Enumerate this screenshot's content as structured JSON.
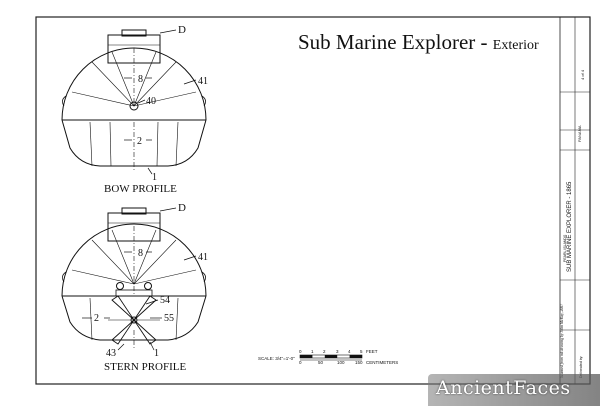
{
  "title": {
    "main": "Sub Marine Explorer",
    "dash": " - ",
    "sub": "Exterior"
  },
  "bow": {
    "caption": "BOW PROFILE",
    "callouts": {
      "d": "D",
      "c8": "8",
      "c41": "41",
      "c40": "40",
      "c2": "2",
      "c1": "1"
    }
  },
  "stern": {
    "caption": "STERN PROFILE",
    "callouts": {
      "d": "D",
      "c8": "8",
      "c41": "41",
      "c54": "54",
      "c55": "55",
      "c2": "2",
      "c43": "43",
      "c1": "1"
    }
  },
  "scale": {
    "label": "SCALE: 3/4\"=1'-0\"",
    "feet_ticks": [
      "0",
      "1",
      "2",
      "3",
      "4",
      "5"
    ],
    "feet_unit": "FEET",
    "cm_ticks": [
      "0",
      "50",
      "100",
      "150"
    ],
    "cm_unit": "CENTIMETERS"
  },
  "title_block": {
    "project": "SUB MARINE EXPLORER - 1865",
    "location": "PEARL ISLANDS",
    "country": "PANAMA",
    "credit": "Scanned from ink drawing by John McKay, 2007",
    "drawn_by": "Delineated by:",
    "sheet": "4 of 4"
  },
  "watermark": "AncientFaces"
}
